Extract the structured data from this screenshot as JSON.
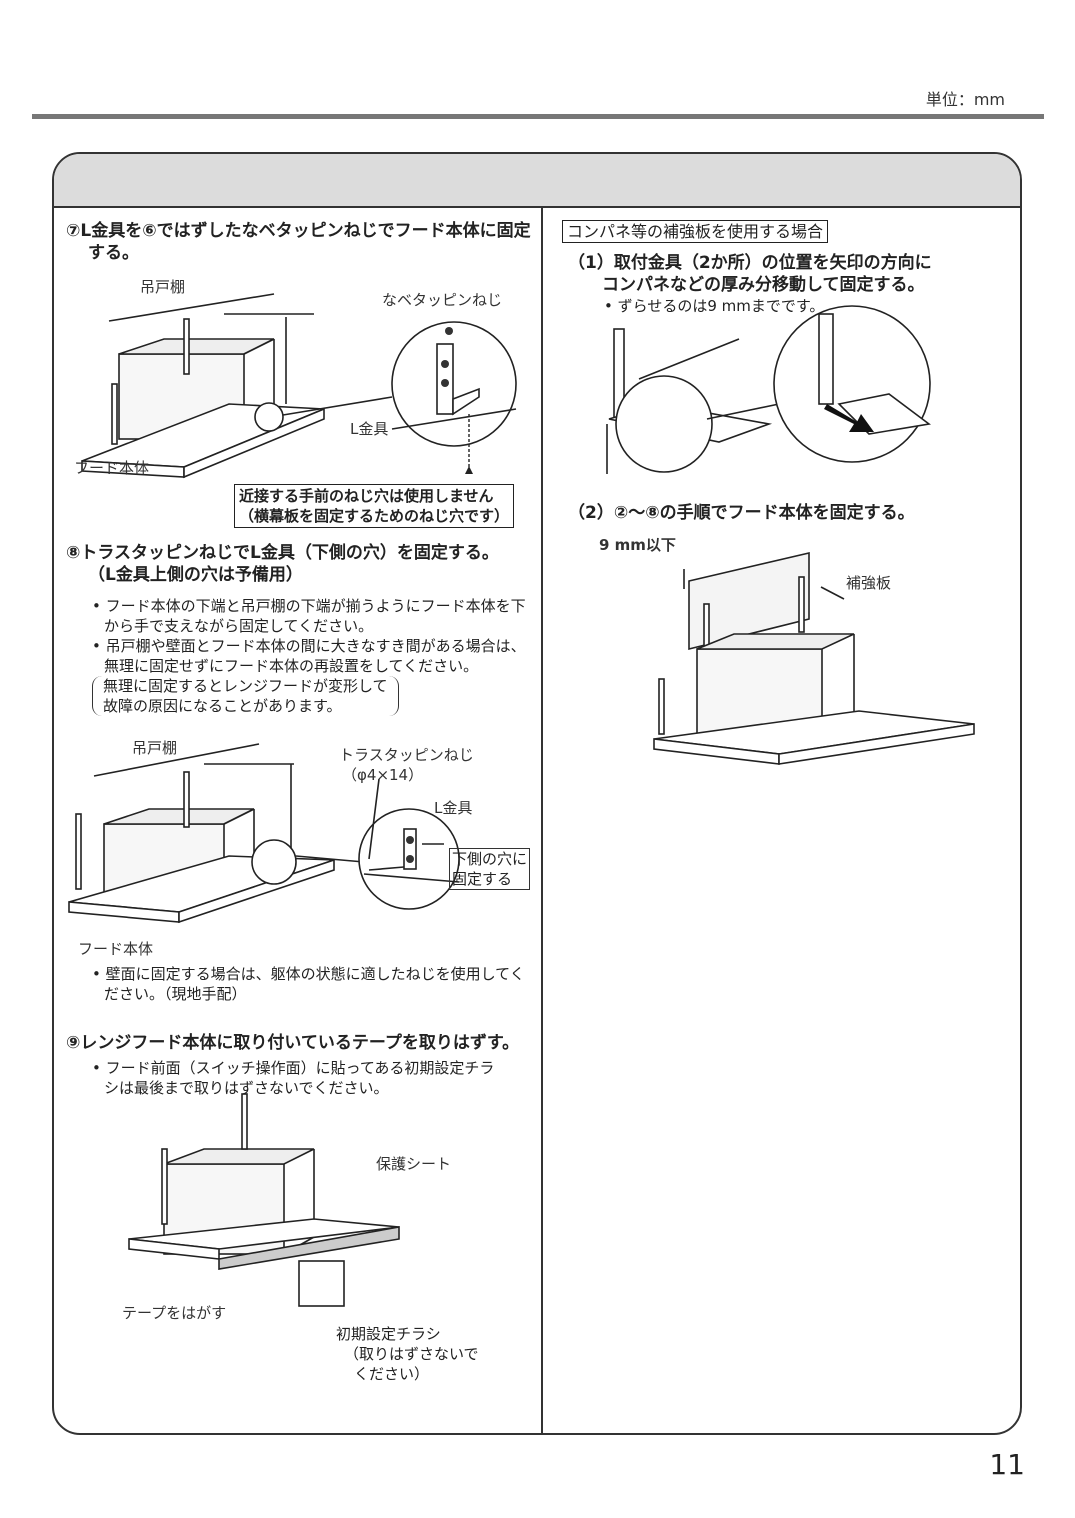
{
  "header": {
    "unit": "単位：mm"
  },
  "page_number": "11",
  "left": {
    "step7": {
      "title": "⑦L金具を⑥ではずしたなベタッピンねじでフード本体に固定する。"
    },
    "fig1": {
      "label_cabinet": "吊戸棚",
      "label_screw": "なベタッピンねじ",
      "label_bracket": "L金具",
      "label_hood": "フード本体",
      "note_line1": "近接する手前のねじ穴は使用しません",
      "note_line2": "（横幕板を固定するためのねじ穴です）"
    },
    "step8": {
      "title_line1": "⑧トラスタッピンねじでL金具（下側の穴）を固定する。",
      "title_line2": "（L金具上側の穴は予備用）",
      "bullet1": "• フード本体の下端と吊戸棚の下端が揃うようにフード本体を下から手で支えながら固定してください。",
      "bullet2": "• 吊戸棚や壁面とフード本体の間に大きなすき間がある場合は、無理に固定せずにフード本体の再設置をしてください。",
      "paren_line1": "無理に固定するとレンジフードが変形して",
      "paren_line2": "故障の原因になることがあります。"
    },
    "fig2": {
      "label_cabinet": "吊戸棚",
      "label_screw": "トラスタッピンねじ",
      "label_screw_size": "（φ4×14）",
      "label_bracket": "L金具",
      "label_lower1": "下側の穴に",
      "label_lower2": "固定する",
      "label_hood": "フード本体"
    },
    "wall_bullet": "• 壁面に固定する場合は、躯体の状態に適したねじを使用してください。（現地手配）",
    "step9": {
      "title": "⑨レンジフード本体に取り付いているテープを取りはずす。",
      "bullet": "• フード前面（スイッチ操作面）に貼ってある初期設定チラシは最後まで取りはずさないでください。"
    },
    "fig3": {
      "label_sheet": "保護シート",
      "label_tape": "テープをはがす",
      "label_flyer1": "初期設定チラシ",
      "label_flyer2": "（取りはずさないで",
      "label_flyer3": "ください）"
    }
  },
  "right": {
    "section_title": "コンパネ等の補強板を使用する場合",
    "step1": {
      "title_line1": "（1）取付金具（2か所）の位置を矢印の方向に",
      "title_line2": "コンパネなどの厚み分移動して固定する。",
      "bullet": "• ずらせるのは9 mmまでです。"
    },
    "step2": {
      "title": "（2）②〜⑧の手順でフード本体を固定する。"
    },
    "fig5": {
      "label_gap": "9 mm以下",
      "label_board": "補強板"
    }
  }
}
